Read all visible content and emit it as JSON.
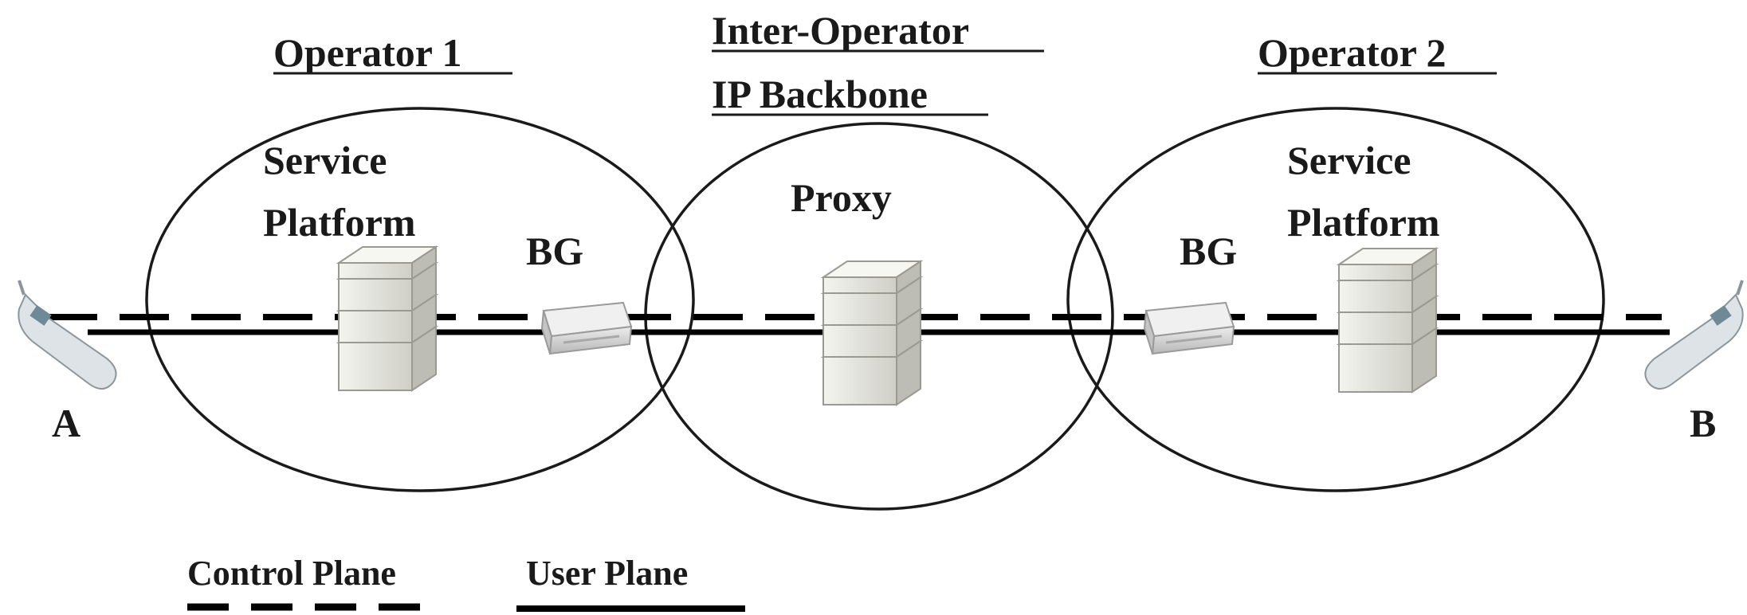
{
  "domains": {
    "operator1": {
      "title": "Operator 1"
    },
    "backbone": {
      "title_line1": "Inter-Operator",
      "title_line2": "IP Backbone"
    },
    "operator2": {
      "title": "Operator 2"
    }
  },
  "nodes": {
    "service_platform_1": {
      "line1": "Service",
      "line2": "Platform"
    },
    "bg_1": {
      "label": "BG"
    },
    "proxy": {
      "label": "Proxy"
    },
    "bg_2": {
      "label": "BG"
    },
    "service_platform_2": {
      "line1": "Service",
      "line2": "Platform"
    }
  },
  "endpoints": {
    "a": {
      "label": "A"
    },
    "b": {
      "label": "B"
    }
  },
  "legend": {
    "control_plane": {
      "label": "Control Plane",
      "style": "dashed"
    },
    "user_plane": {
      "label": "User Plane",
      "style": "solid"
    }
  },
  "colors": {
    "line": "#000000",
    "server": "#e6e6e0",
    "gateway": "#d8d8d8",
    "phone": "#cfd8dc"
  }
}
